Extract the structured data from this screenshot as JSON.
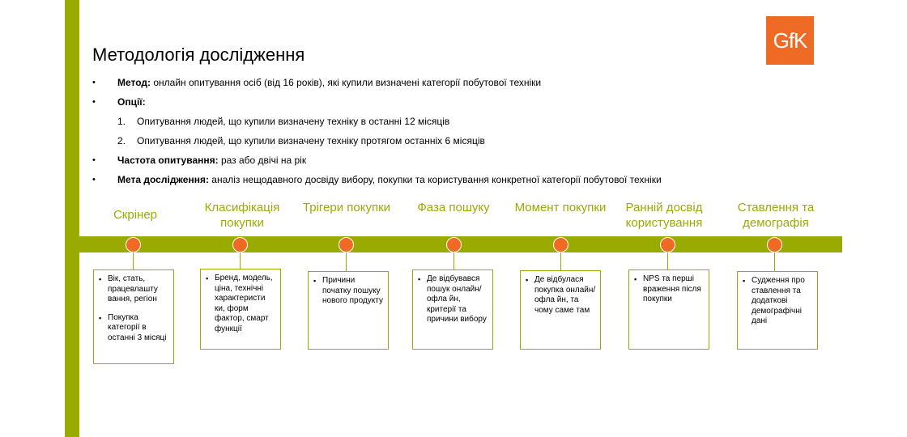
{
  "title": "Методологія  дослідження",
  "logo": {
    "text": "GfK",
    "color": "#ef6a24"
  },
  "colors": {
    "accent": "#9aab00",
    "node": "#ef6a24"
  },
  "method": {
    "label": "Метод:",
    "text": " онлайн  опитування  осіб  (від  16  років),  які  купили  визначені  категорії  побутової  техніки"
  },
  "options": {
    "label": "Опції:",
    "items": [
      {
        "num": "1.",
        "text": "Опитування  людей,  що  купили  визначену  техніку  в  останні  12  місяців"
      },
      {
        "num": "2.",
        "text": "Опитування  людей,  що  купили  визначену  техніку  протягом  останніх  6  місяців"
      }
    ]
  },
  "frequency": {
    "label": "Частота опитування:",
    "text": " раз або двічі на рік"
  },
  "goal": {
    "label": "Мета дослідження:",
    "text": " аналіз  нещодавного  досвіду  вибору,  покупки  та  користування  конкретної  категорії  побутової  техніки"
  },
  "stages": [
    {
      "label": "Скрінер",
      "items": [
        "Вік, стать, працевлашту вання, регіон",
        "Покупка категорії в останні 3 місяці"
      ]
    },
    {
      "label": "Класифікація покупки",
      "items": [
        "Бренд, модель, ціна, технічні характеристи ки, форм фактор, смарт функції"
      ]
    },
    {
      "label": "Трігери покупки",
      "items": [
        "Причини початку пошуку нового продукту"
      ]
    },
    {
      "label": "Фаза пошуку",
      "items": [
        "Де відбувався пошук онлайн/офла йн, критерії та причини вибору"
      ]
    },
    {
      "label": "Момент покупки",
      "items": [
        "Де відбулася покупка онлайн/офла йн, та чому саме там"
      ]
    },
    {
      "label": "Ранній досвід користування",
      "items": [
        "NPS  та перші враження після покупки"
      ]
    },
    {
      "label": "Ставлення та демографія",
      "items": [
        "Судження про ставлення та додаткові демографічні дані"
      ]
    }
  ]
}
